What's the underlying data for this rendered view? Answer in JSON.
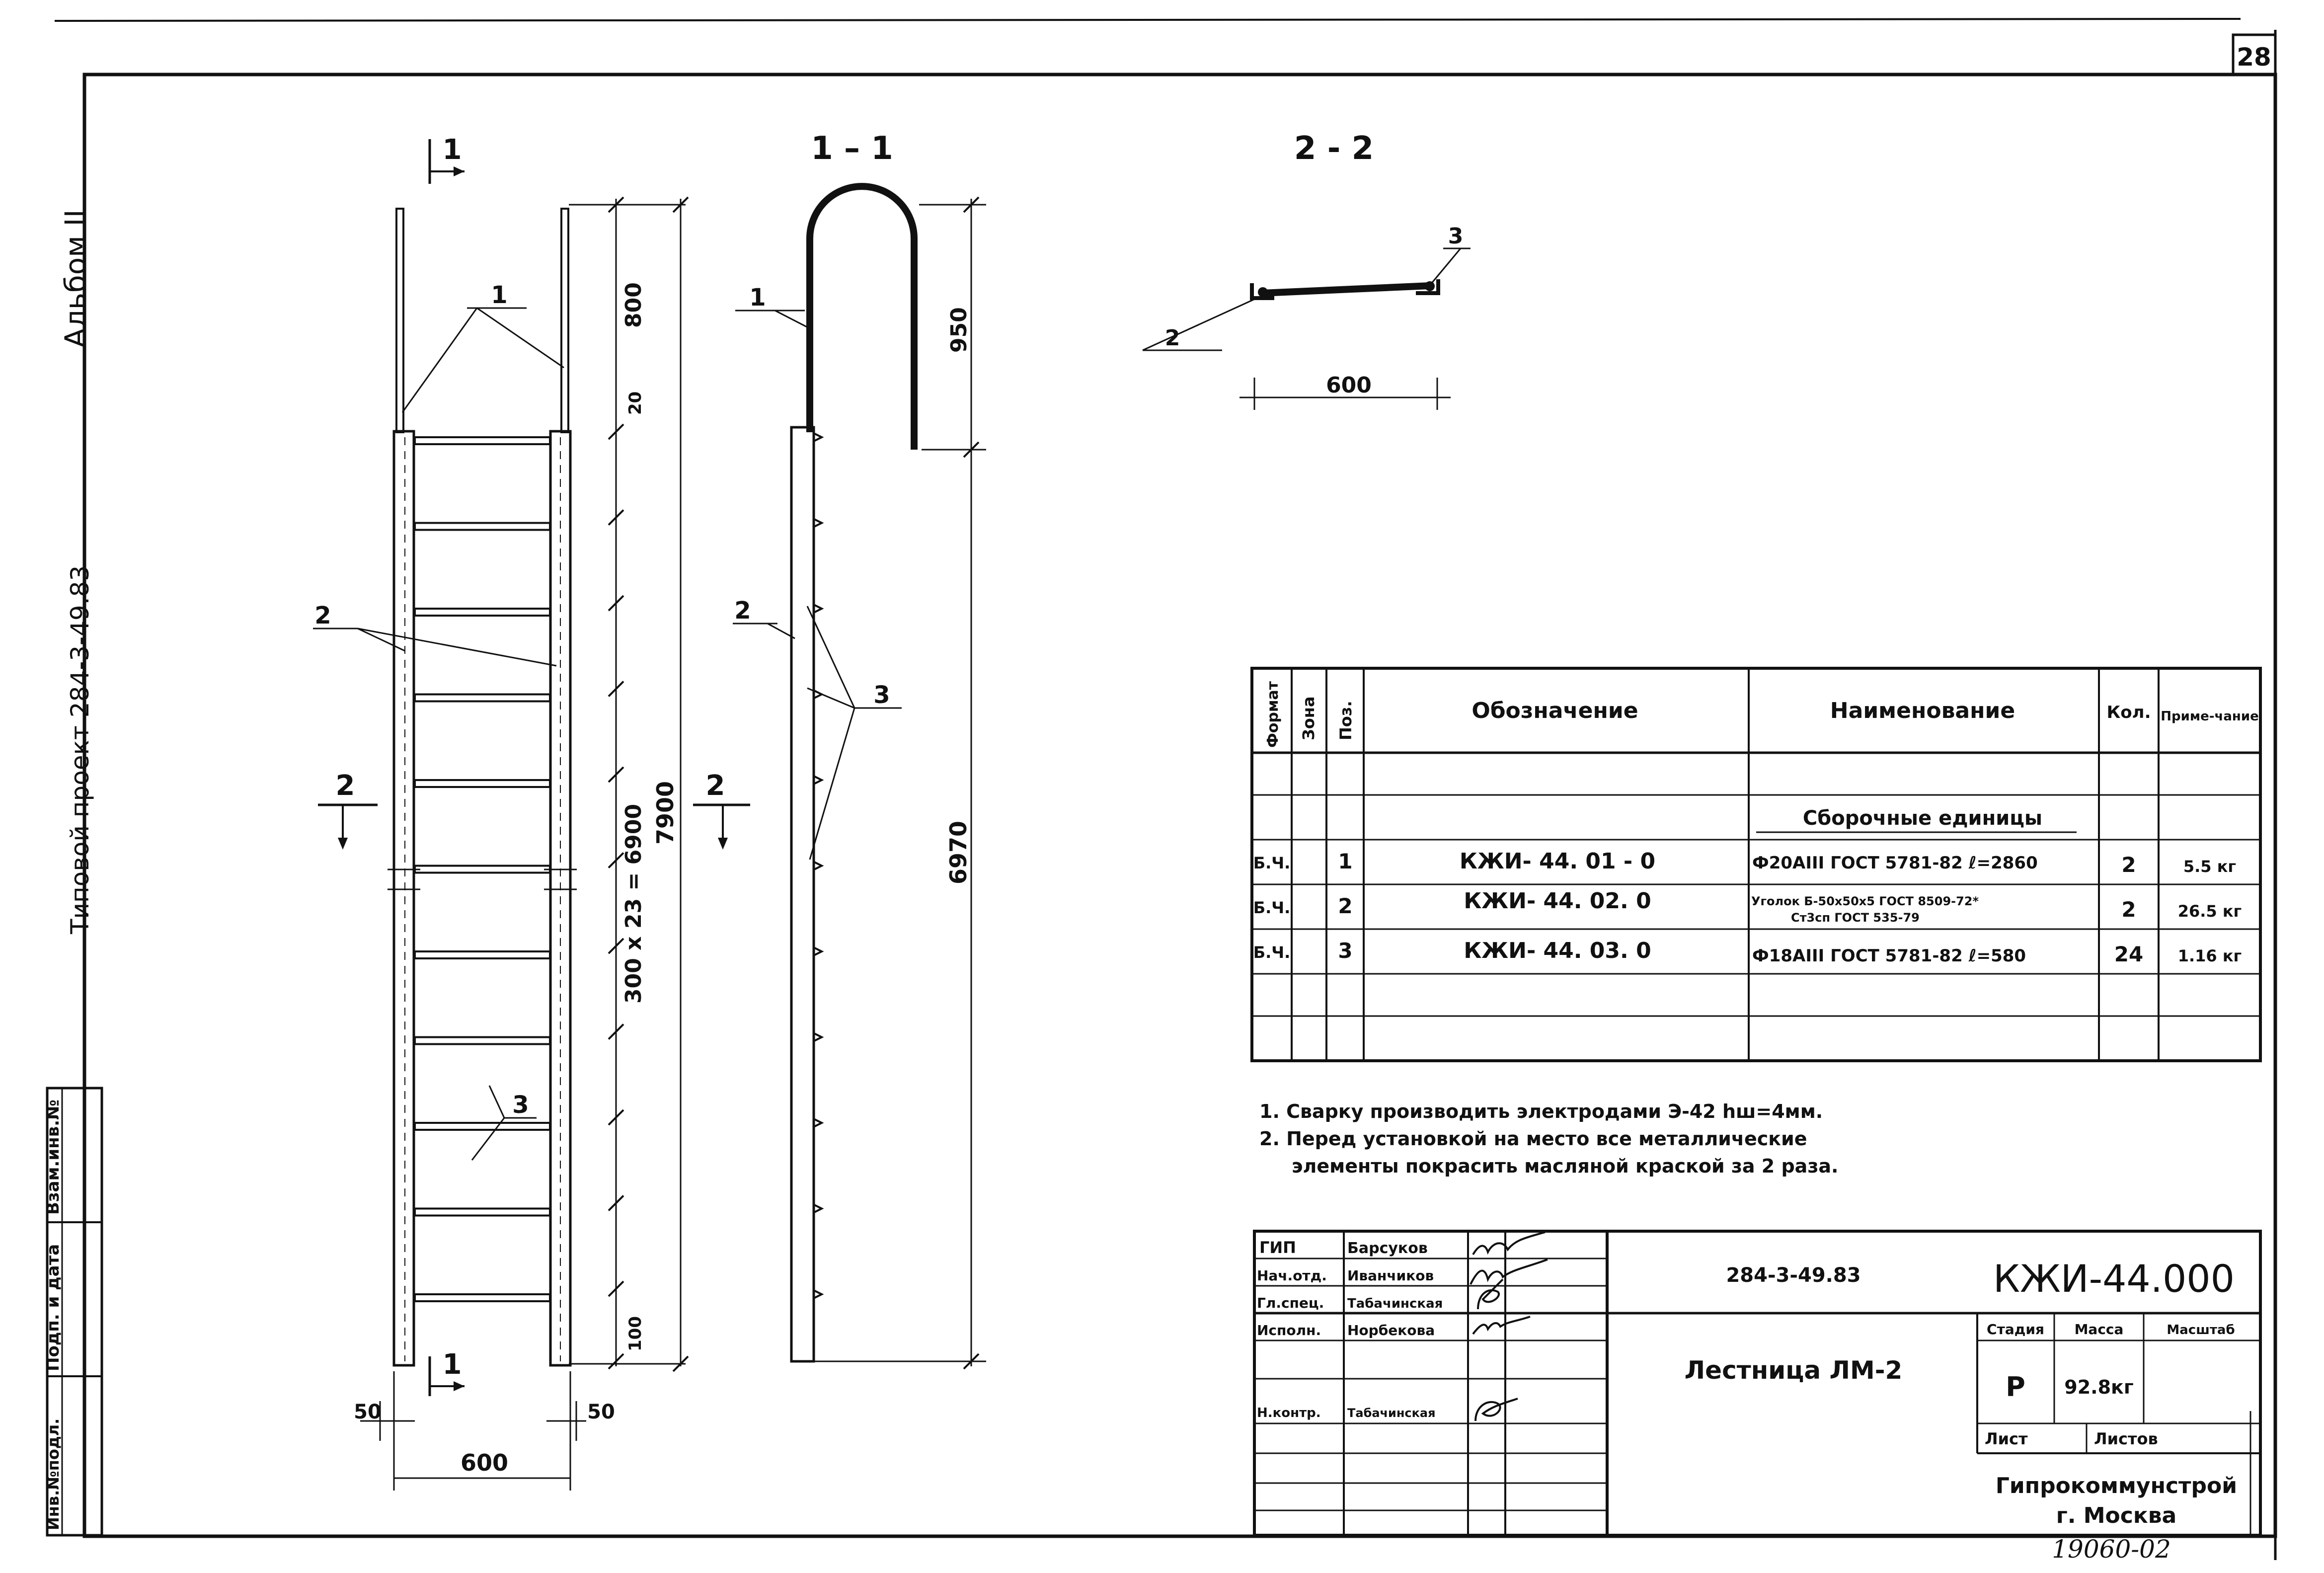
{
  "sheet_number": "28",
  "side_labels": {
    "album": "Альбом II",
    "project": "Типовой проект 284-3-49.83",
    "stamp_cells": [
      "Инв.№подл.",
      "Подп. и дата",
      "Взам.инв.№"
    ]
  },
  "views": {
    "front_section_mark": "1",
    "section_1_title": "1 – 1",
    "section_2_title": "2 - 2",
    "cut_mark_2": "2"
  },
  "dimensions": {
    "top_800": "800",
    "gap_20": "20",
    "steps": "300 x 23 = 6900",
    "total_7900": "7900",
    "bottom_100": "100",
    "side_50_left": "50",
    "side_50_right": "50",
    "width_600": "600",
    "hook_950": "950",
    "height_6970": "6970",
    "plan_600": "600"
  },
  "callouts": {
    "pos1": "1",
    "pos2": "2",
    "pos3": "3"
  },
  "spec_table": {
    "headers": [
      "Формат",
      "Зона",
      "Поз.",
      "Обозначение",
      "Наименование",
      "Кол.",
      "Приме-чание"
    ],
    "section_title": "Сборочные единицы",
    "rows": [
      {
        "format": "Б.Ч.",
        "zone": "",
        "pos": "1",
        "designation": "КЖИ- 44. 01 - 0",
        "name": "Ф20АIII ГОСТ 5781-82 ℓ=2860",
        "qty": "2",
        "note": "5.5 кг"
      },
      {
        "format": "Б.Ч.",
        "zone": "",
        "pos": "2",
        "designation": "КЖИ- 44. 02. 0",
        "name_line1": "Уголок Б-50х50х5 ГОСТ 8509-72*",
        "name_line2": "Ст3сп ГОСТ 535-79",
        "qty": "2",
        "note": "26.5 кг"
      },
      {
        "format": "Б.Ч.",
        "zone": "",
        "pos": "3",
        "designation": "КЖИ- 44. 03. 0",
        "name": "Ф18АIII ГОСТ 5781-82 ℓ=580",
        "qty": "24",
        "note": "1.16 кг"
      }
    ]
  },
  "notes": [
    "1. Сварку производить электродами Э-42 hш=4мм.",
    "2. Перед установкой на место все металлические",
    "элементы покрасить масляной краской за 2 раза."
  ],
  "title_block": {
    "staff": [
      {
        "role": "ГИП",
        "name": "Барсуков"
      },
      {
        "role": "Нач.отд.",
        "name": "Иванчиков"
      },
      {
        "role": "Гл.спец.",
        "name": "Табачинская"
      },
      {
        "role": "Исполн.",
        "name": "Норбекова"
      },
      {
        "role": "",
        "name": ""
      },
      {
        "role": "Н.контр.",
        "name": "Табачинская"
      }
    ],
    "project_code": "284-3-49.83",
    "drawing_code": "КЖИ-44.000",
    "title": "Лестница ЛМ-2",
    "stage_label": "Стадия",
    "mass_label": "Масса",
    "scale_label": "Масштаб",
    "stage": "Р",
    "mass": "92.8кг",
    "sheet_label": "Лист",
    "sheets_label": "Листов",
    "organization": "Гипрокоммунстрой",
    "city": "г. Москва"
  },
  "archive_number": "19060-02"
}
